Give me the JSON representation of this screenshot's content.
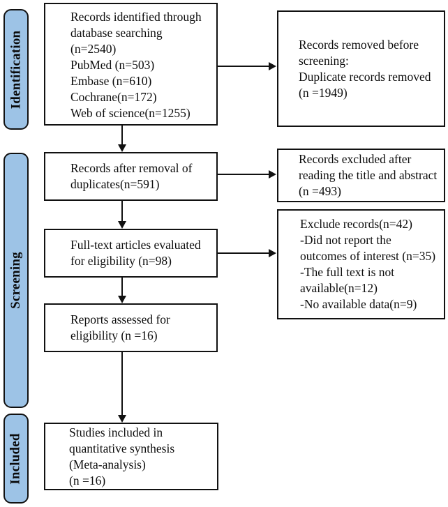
{
  "diagram": {
    "type": "prisma-flow",
    "colors": {
      "stage_fill": "#9DC3E6",
      "line": "#111111",
      "background": "#FFFFFF"
    },
    "stages": [
      {
        "id": "identification",
        "label": "Identification"
      },
      {
        "id": "screening",
        "label": "Screening"
      },
      {
        "id": "included",
        "label": "Included"
      }
    ],
    "boxes": {
      "identified": {
        "lines": [
          "Records identified through",
          "database searching",
          "(n=2540)",
          "PubMed (n=503)",
          "Embase (n=610)",
          "Cochrane(n=172)",
          "Web of science(n=1255)"
        ]
      },
      "removed_before_screening": {
        "lines": [
          "Records removed before",
          "screening:",
          "Duplicate records removed",
          "(n =1949)"
        ]
      },
      "after_duplicates": {
        "lines": [
          "Records after removal of",
          "duplicates(n=591)"
        ]
      },
      "excluded_title_abstract": {
        "lines": [
          "Records excluded after",
          "reading the title and abstract",
          "(n =493)"
        ]
      },
      "fulltext_evaluated": {
        "lines": [
          "Full-text articles evaluated",
          "for eligibility (n=98)"
        ]
      },
      "excluded_fulltext": {
        "lines": [
          "Exclude records(n=42)",
          "-Did not report the",
          "outcomes of interest (n=35)",
          "-The full text is not",
          "available(n=12)",
          "-No available data(n=9)"
        ]
      },
      "reports_assessed": {
        "lines": [
          "Reports assessed for",
          "eligibility (n =16)"
        ]
      },
      "included_studies": {
        "lines": [
          "Studies included in",
          "quantitative synthesis",
          "(Meta-analysis)",
          "(n =16)"
        ]
      }
    }
  }
}
